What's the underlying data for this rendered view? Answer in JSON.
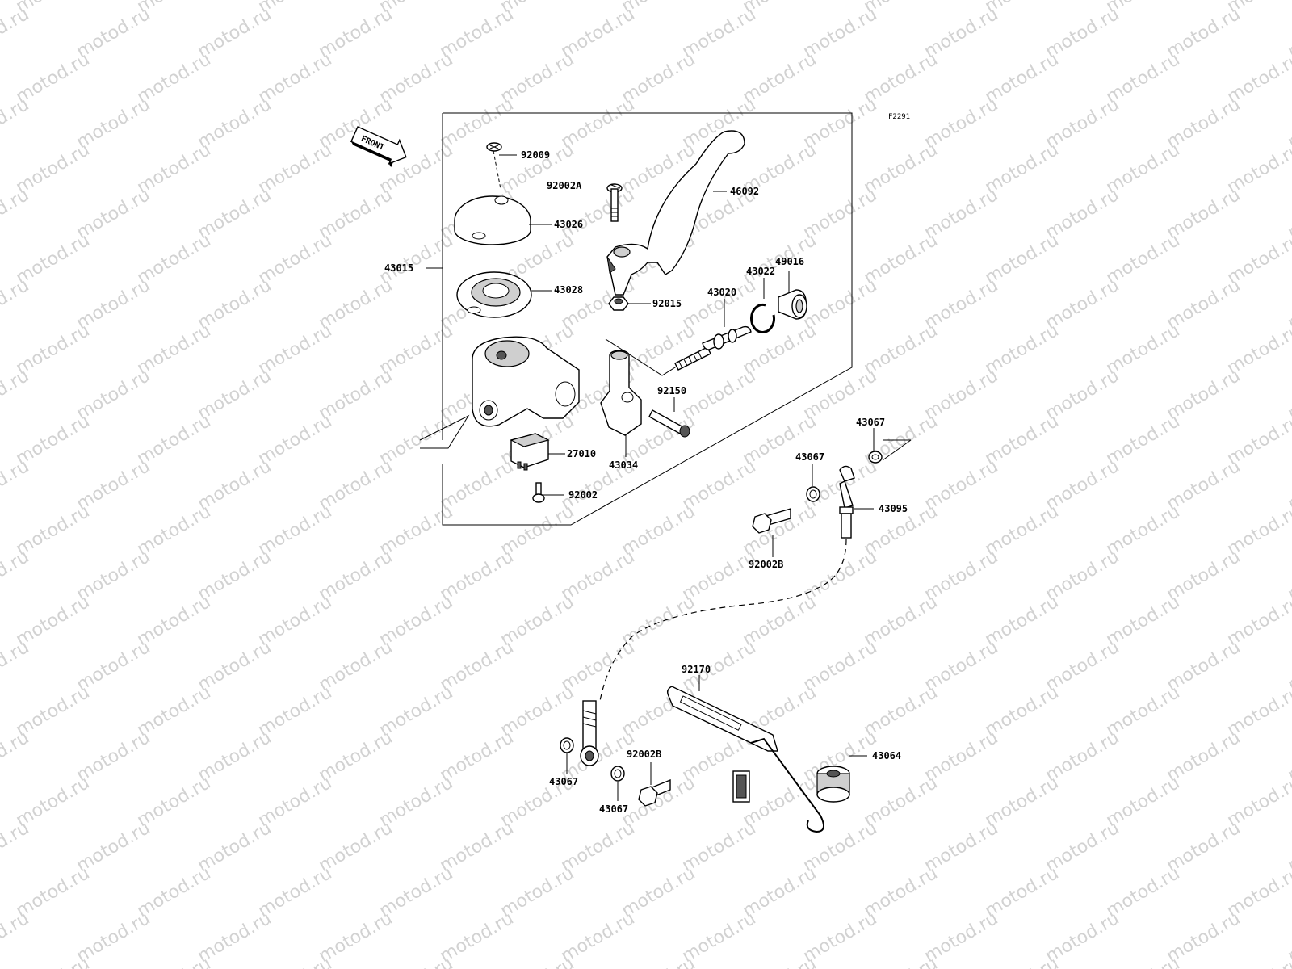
{
  "diagram_code": "F2291",
  "front_label": "FRONT",
  "watermark_text": "motod.ru",
  "parts": [
    {
      "id": "p-43015",
      "number": "43015"
    },
    {
      "id": "p-92009",
      "number": "92009"
    },
    {
      "id": "p-92002A",
      "number": "92002A"
    },
    {
      "id": "p-46092",
      "number": "46092"
    },
    {
      "id": "p-43026",
      "number": "43026"
    },
    {
      "id": "p-43028",
      "number": "43028"
    },
    {
      "id": "p-92015",
      "number": "92015"
    },
    {
      "id": "p-43020",
      "number": "43020"
    },
    {
      "id": "p-43022",
      "number": "43022"
    },
    {
      "id": "p-49016",
      "number": "49016"
    },
    {
      "id": "p-92150",
      "number": "92150"
    },
    {
      "id": "p-43034",
      "number": "43034"
    },
    {
      "id": "p-27010",
      "number": "27010"
    },
    {
      "id": "p-92002",
      "number": "92002"
    },
    {
      "id": "p-43067-a",
      "number": "43067"
    },
    {
      "id": "p-43067-b",
      "number": "43067"
    },
    {
      "id": "p-43095",
      "number": "43095"
    },
    {
      "id": "p-92002B-a",
      "number": "92002B"
    },
    {
      "id": "p-92170",
      "number": "92170"
    },
    {
      "id": "p-43064",
      "number": "43064"
    },
    {
      "id": "p-92002B-b",
      "number": "92002B"
    },
    {
      "id": "p-43067-c",
      "number": "43067"
    },
    {
      "id": "p-43067-d",
      "number": "43067"
    }
  ]
}
